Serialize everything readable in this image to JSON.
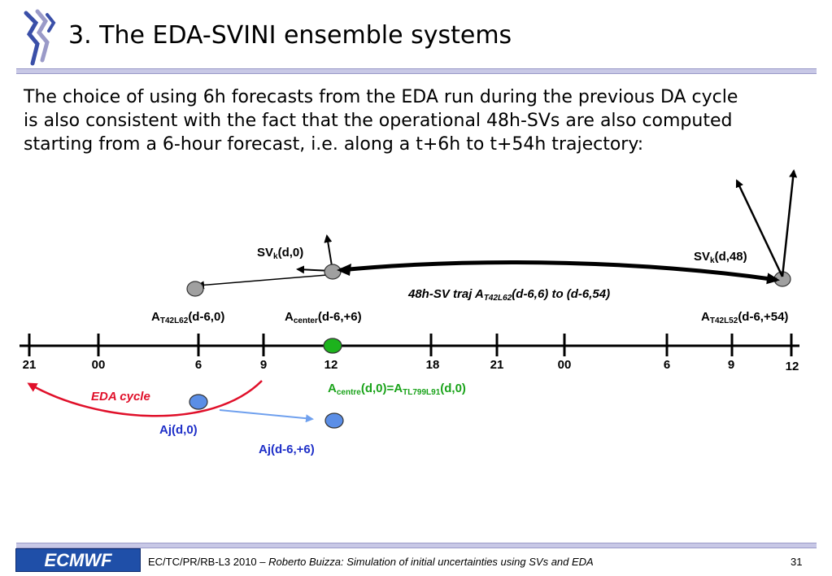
{
  "title": "3. The EDA-SVINI ensemble systems",
  "body": {
    "line1": "The choice of using 6h forecasts from the EDA run during the previous DA cycle",
    "line2": "is also consistent with the fact that the operational 48h-SVs are also computed",
    "line3": "starting from a 6-hour forecast, i.e. along a t+6h to t+54h trajectory:"
  },
  "diagram": {
    "ticks": [
      "21",
      "00",
      "6",
      "9",
      "12",
      "18",
      "21",
      "00",
      "6",
      "9",
      "12"
    ],
    "sv_d0": {
      "base": "SV",
      "sub": "k",
      "rest": "(d,0)"
    },
    "sv_d48": {
      "base": "SV",
      "sub": "k",
      "rest": "(d,48)"
    },
    "traj": {
      "pre": "48h-SV traj A",
      "sub": "T42L62",
      "post": "(d-6,6) to (d-6,54)"
    },
    "a_t42l62": {
      "base": "A",
      "sub": "T42L62",
      "rest": "(d-6,0)"
    },
    "a_center": {
      "base": "A",
      "sub": "center",
      "rest": "(d-6,+6)"
    },
    "a_t42l52": {
      "base": "A",
      "sub": "T42L52",
      "rest": "(d-6,+54)"
    },
    "a_centre": {
      "base": "A",
      "sub": "centre",
      "mid": "(d,0)=A",
      "sub2": "TL799L91",
      "rest": "(d,0)"
    },
    "eda_cycle": "EDA cycle",
    "aj_d0": "Aj(d,0)",
    "aj_d6": "Aj(d-6,+6)",
    "colors": {
      "green": "#1aa31a",
      "blue": "#1e2fc8",
      "red": "#e0102a",
      "grey_node": "#a0a0a0",
      "blue_node": "#5b8ee6",
      "green_node": "#1db31d"
    }
  },
  "footer": {
    "logo": "ECMWF",
    "text_plain": "EC/TC/PR/RB-L3 2010 – ",
    "text_italic": "Roberto Buizza: Simulation of initial uncertainties using SVs and EDA",
    "page": "31"
  }
}
